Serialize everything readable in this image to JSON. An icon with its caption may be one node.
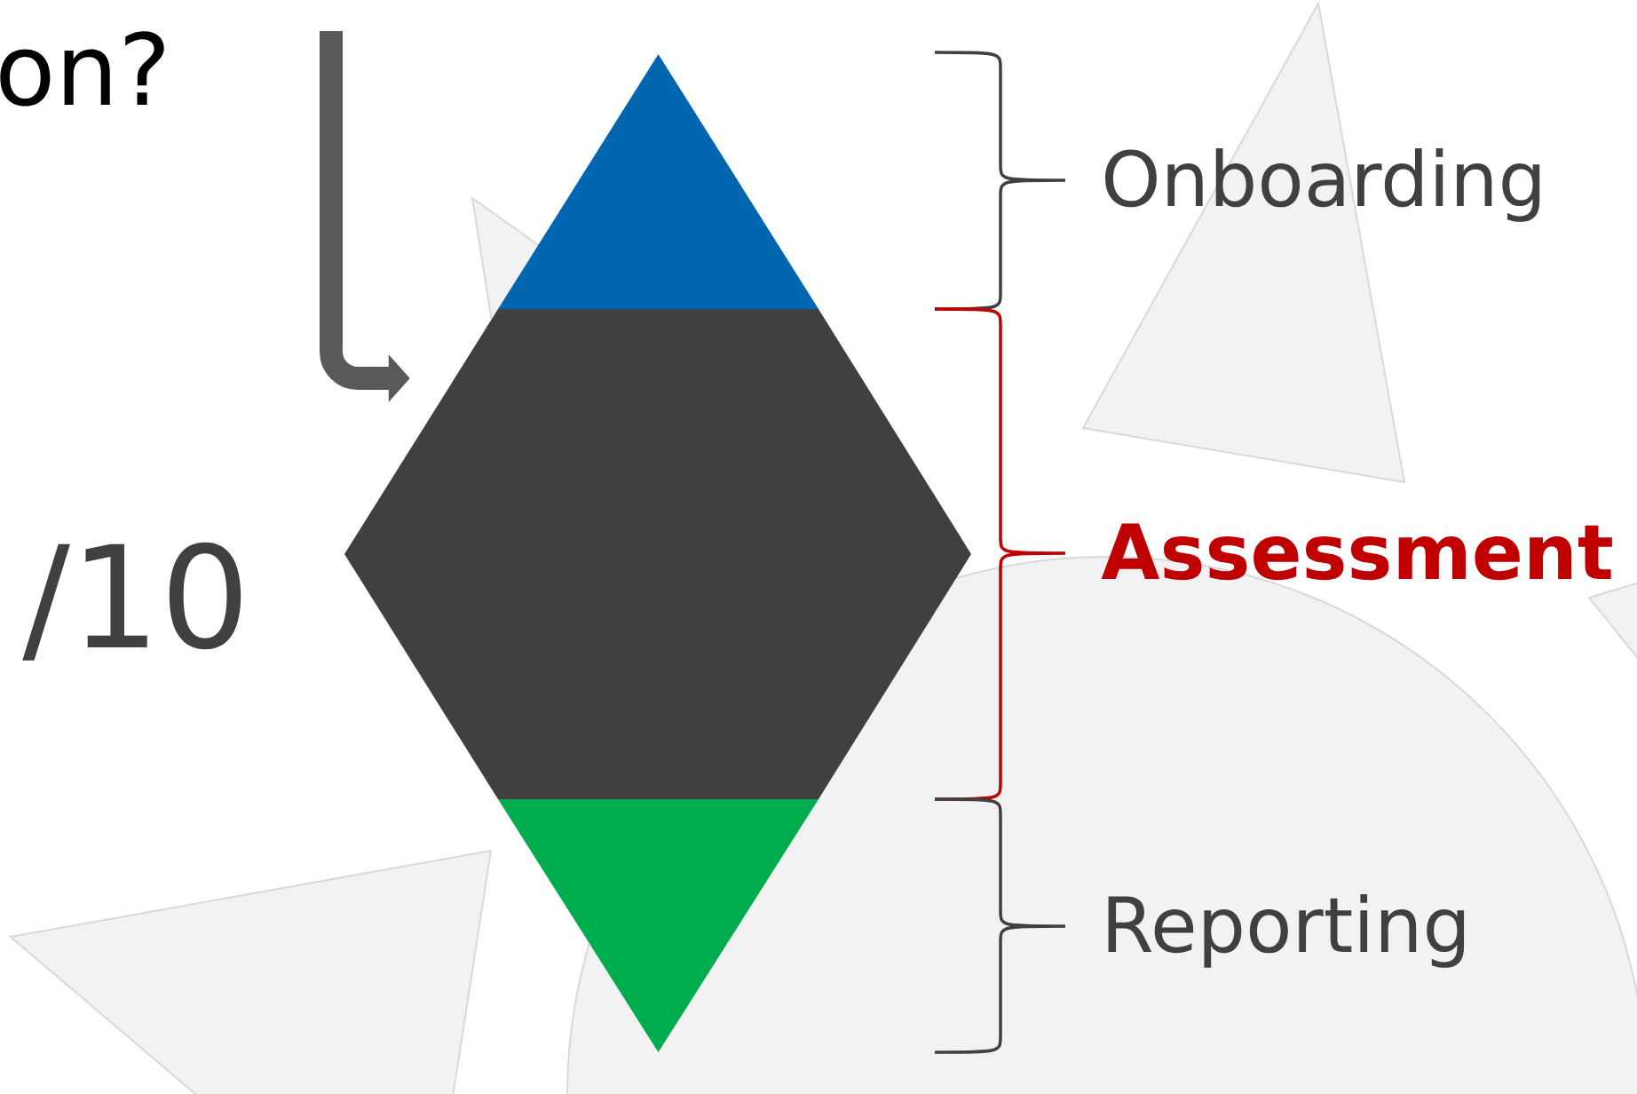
{
  "diagram": {
    "nodes": [
      {
        "text": [],
        "shape": "triangle"
      },
      {
        "text": [],
        "shape": "hexagon"
      },
      {
        "text": [],
        "shape": "triangle"
      }
    ],
    "edges": [
      {
        "from": null,
        "to": 1,
        "arrow": "to"
      }
    ],
    "labels": [
      "on?",
      "Onboarding",
      "**Assessment**",
      "/10",
      "Reporting"
    ]
  }
}
